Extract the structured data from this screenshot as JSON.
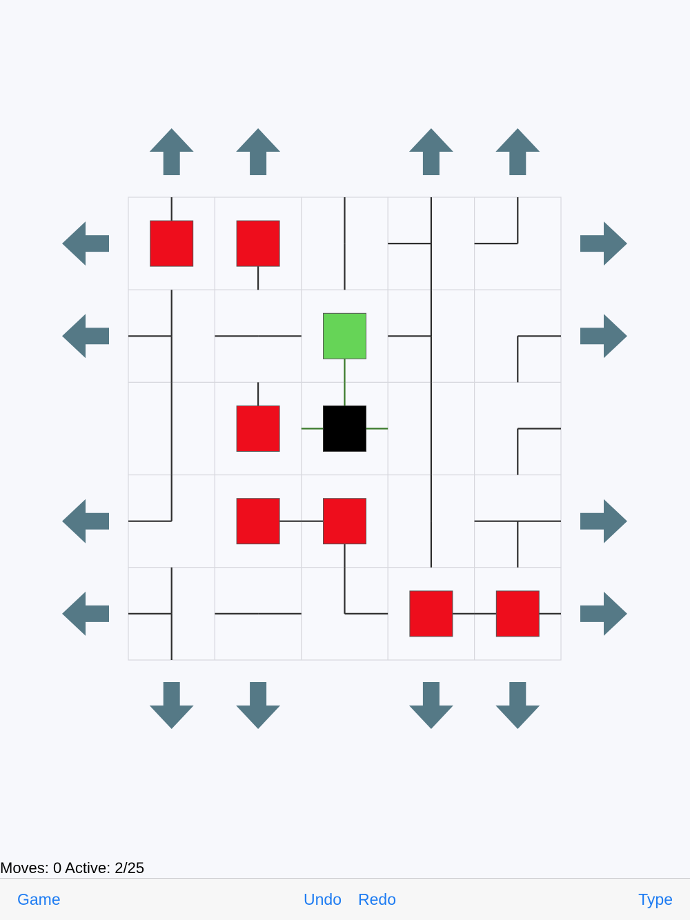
{
  "game": {
    "type": "net-lights-slide",
    "colors": {
      "background": "#f7f8fc",
      "cell_border": "#d7d8de",
      "wire": "#2e2e2e",
      "wire_active": "#3a7a2a",
      "arrow": "#557986",
      "light_off": "#ee0d1c",
      "light_on": "#66d457",
      "source": "#000000"
    },
    "grid": {
      "rows": 5,
      "cols": 5,
      "cells": [
        [
          {
            "conn": "N",
            "light": "off"
          },
          {
            "conn": "S",
            "light": "off"
          },
          {
            "conn": "NS"
          },
          {
            "conn": "NWS"
          },
          {
            "conn": "NW"
          }
        ],
        [
          {
            "conn": "NWS"
          },
          {
            "conn": "WE"
          },
          {
            "conn": "S",
            "light": "on",
            "active": true
          },
          {
            "conn": "NWS"
          },
          {
            "conn": "ES"
          }
        ],
        [
          {
            "conn": "NS"
          },
          {
            "conn": "N",
            "light": "off"
          },
          {
            "conn": "NWE",
            "source": true,
            "active": true
          },
          {
            "conn": "NS"
          },
          {
            "conn": "ES"
          }
        ],
        [
          {
            "conn": "NW"
          },
          {
            "conn": "E",
            "light": "off"
          },
          {
            "conn": "WS",
            "light": "off"
          },
          {
            "conn": "NS"
          },
          {
            "conn": "WES"
          }
        ],
        [
          {
            "conn": "NWS"
          },
          {
            "conn": "WE"
          },
          {
            "conn": "NE"
          },
          {
            "conn": "E",
            "light": "off"
          },
          {
            "conn": "WE",
            "light": "off"
          }
        ]
      ]
    },
    "arrows": {
      "top": [
        0,
        1,
        3,
        4
      ],
      "bottom": [
        0,
        1,
        3,
        4
      ],
      "left": [
        0,
        1,
        3,
        4
      ],
      "right": [
        0,
        1,
        3,
        4
      ]
    }
  },
  "status": {
    "text": "Moves: 0 Active: 2/25"
  },
  "toolbar": {
    "game_label": "Game",
    "undo_label": "Undo",
    "redo_label": "Redo",
    "type_label": "Type"
  }
}
